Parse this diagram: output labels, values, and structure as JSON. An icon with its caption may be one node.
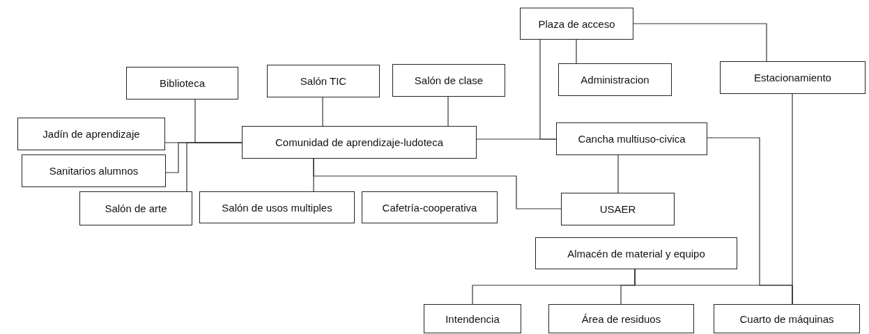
{
  "diagram": {
    "nodes": [
      {
        "text": [
          "Plaza de acceso"
        ]
      },
      {
        "text": [
          "Administracion"
        ]
      },
      {
        "text": [
          "Estacionamiento"
        ]
      },
      {
        "text": [
          "Biblioteca"
        ]
      },
      {
        "text": [
          "Salón TIC"
        ]
      },
      {
        "text": [
          "Salón de clase"
        ]
      },
      {
        "text": [
          "Jadín de aprendizaje"
        ]
      },
      {
        "text": [
          "Comunidad de aprendizaje-ludoteca"
        ]
      },
      {
        "text": [
          "Cancha multiuso-civica"
        ]
      },
      {
        "text": [
          "Sanitarios alumnos"
        ]
      },
      {
        "text": [
          "Salón de arte"
        ]
      },
      {
        "text": [
          "Salón de usos multiples"
        ]
      },
      {
        "text": [
          "Cafetría-cooperativa"
        ]
      },
      {
        "text": [
          "USAER"
        ]
      },
      {
        "text": [
          "Almacén de material y equipo"
        ]
      },
      {
        "text": [
          "Intendencia"
        ]
      },
      {
        "text": [
          "Área de residuos"
        ]
      },
      {
        "text": [
          "Cuarto de máquinas"
        ]
      }
    ],
    "edges": [
      {
        "from": 3,
        "to": 7,
        "arrow": "none"
      },
      {
        "from": 6,
        "to": 7,
        "arrow": "none"
      },
      {
        "from": 9,
        "to": 7,
        "arrow": "none"
      },
      {
        "from": 10,
        "to": 7,
        "arrow": "none"
      },
      {
        "from": 4,
        "to": 7,
        "arrow": "none"
      },
      {
        "from": 5,
        "to": 7,
        "arrow": "none"
      },
      {
        "from": 7,
        "to": 8,
        "arrow": "none"
      },
      {
        "from": 0,
        "to": 8,
        "arrow": "none"
      },
      {
        "from": 7,
        "to": 11,
        "arrow": "none"
      },
      {
        "from": 7,
        "to": 13,
        "arrow": "none"
      },
      {
        "from": 0,
        "to": 1,
        "arrow": "none"
      },
      {
        "from": 0,
        "to": 2,
        "arrow": "none"
      },
      {
        "from": 8,
        "to": 13,
        "arrow": "none"
      },
      {
        "from": 8,
        "to": 17,
        "arrow": "none"
      },
      {
        "from": 2,
        "to": 17,
        "arrow": "none"
      },
      {
        "from": 14,
        "to": 15,
        "arrow": "none"
      },
      {
        "from": 14,
        "to": 16,
        "arrow": "none"
      },
      {
        "from": 14,
        "to": 17,
        "arrow": "none"
      }
    ]
  }
}
